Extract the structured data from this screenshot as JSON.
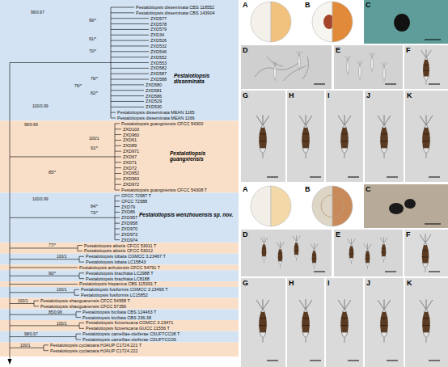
{
  "diagram": {
    "nodes": [
      {
        "text": [
          "Pestalotiopsis disseminata CBS 118552",
          "Pestalotiopsis disseminata CBS 143904",
          "ZXD577",
          "ZXD578",
          "ZXD579",
          "ZXD34",
          "ZXD526",
          "ZXD532",
          "ZXD546",
          "ZXD552",
          "ZXD553",
          "ZXD582",
          "ZXD587",
          "ZXD588",
          "ZXD580",
          "ZXD581",
          "ZXD586",
          "ZXD529",
          "ZXD530",
          "Pestalotiopsis disseminata MEAN 1165",
          "Pestalotiopsis disseminata MEAN 1166",
          "Pestalotiopsis disseminata"
        ]
      },
      {
        "text": [
          "Pestalotiopsis guangxiensis CFCC 54300",
          "ZXD103",
          "ZXD960",
          "ZXD61",
          "ZXD89",
          "ZXD971",
          "ZXD67",
          "ZXD71",
          "ZXD72",
          "ZXD952",
          "ZXD963",
          "ZXD972",
          "Pestalotiopsis guangxiensis CFCC 54308 T",
          "Pestalotiopsis guangxiensis"
        ]
      },
      {
        "text": [
          "CFCC 72587 T",
          "CFCC 72588",
          "ZXD79",
          "ZXD86",
          "ZXD957",
          "ZXD958",
          "ZXD970",
          "ZXD973",
          "ZXD974",
          "Pestalotiopsis wenzhouensis sp. nov."
        ]
      },
      {
        "text": [
          "Pestalotiopsis abietis CFCC 53011 T",
          "Pestalotiopsis abietis CFCC 53012"
        ]
      },
      {
        "text": [
          "Pestalotiopsis lobata CGMCC 3.23467 T",
          "Pestalotiopsis lobata LC15843"
        ]
      },
      {
        "text": [
          "Pestalotiopsis anhuiensis CFCC 54791 T"
        ]
      },
      {
        "text": [
          "Pestalotiopsis brachiata LC2988 T",
          "Pestalotiopsis brachiata LC8188"
        ]
      },
      {
        "text": [
          "Pestalotiopsis hispanica CBS 115391 T"
        ]
      },
      {
        "text": [
          "Pestalotiopsis fusiformis CGMCC 3.23495 T",
          "Pestalotiopsis fusiformis LC15852"
        ]
      },
      {
        "text": [
          "Pestalotiopsis shaoguanensis CFCC 54958 T",
          "Pestalotiopsis shaoguanensis CFCC 57356"
        ]
      },
      {
        "text": [
          "Pestalotiopsis biciliata CBS 124463 T",
          "Pestalotiopsis biciliata CBS 236.38"
        ]
      },
      {
        "text": [
          "Pestalotiopsis ficiverscana CGMCC 3.23471",
          "Pestalotiopsis ficiverscana GUCC 21556 T"
        ]
      },
      {
        "text": [
          "Pestalotiopsis camelliae-oleiferae CSUFTCC08 T",
          "Pestalotiopsis camelliae-oleiferae CSUFTCC09"
        ]
      },
      {
        "text": [
          "Pestalotiopsis cyclatoara HJAUP C1724.221 T",
          "Pestalotiopsis cyclatoara HJAUP C1724.222"
        ]
      }
    ],
    "labels": [
      "99/0.97",
      "99/*",
      "91/*",
      "70/*",
      "76/*",
      "76/*",
      "82/*",
      "100/0.99",
      "99/0.99",
      "100/1",
      "91/*",
      "85/*",
      "100/0.99",
      "84/*",
      "73/*",
      "77/*",
      "100/1",
      "90/*",
      "100/1",
      "100/1",
      "85/0.96",
      "100/1",
      "98/0.97",
      "100/1",
      "A",
      "B",
      "C",
      "D",
      "E",
      "F",
      "G",
      "H",
      "I",
      "J",
      "K",
      "A",
      "B",
      "C",
      "D",
      "E",
      "F",
      "G",
      "H",
      "I",
      "J",
      "K"
    ]
  }
}
